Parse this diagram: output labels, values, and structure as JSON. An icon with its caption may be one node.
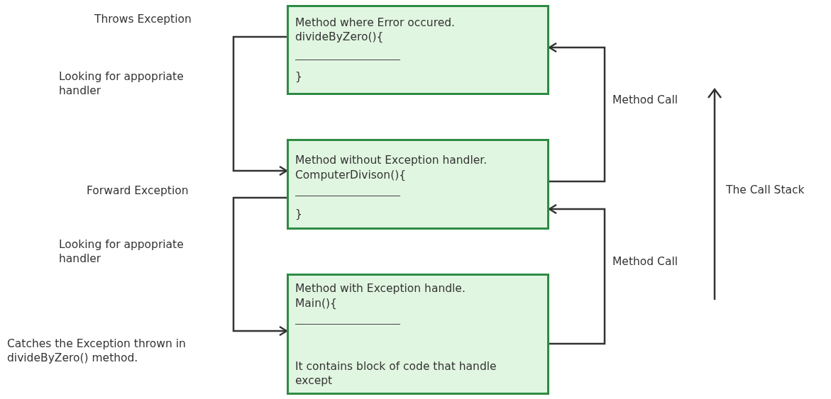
{
  "diagram": {
    "nodes": [
      {
        "text": [
          "Method where Error occured.",
          "divideByZero(){",
          "}"
        ]
      },
      {
        "text": [
          "Method without Exception handler.",
          "ComputerDivison(){",
          "}"
        ]
      },
      {
        "text": [
          "Method with Exception handle.",
          "Main(){",
          "It contains block of code that handle except"
        ]
      }
    ],
    "edges": [
      {
        "from": 0,
        "to": 1,
        "arrow": "to"
      },
      {
        "from": 1,
        "to": 2,
        "arrow": "to"
      },
      {
        "from": 1,
        "to": 0,
        "arrow": "to",
        "label": "Method Call"
      },
      {
        "from": 2,
        "to": 1,
        "arrow": "to",
        "label": "Method Call"
      }
    ],
    "labels": [
      "Throws Exception",
      "Looking for appopriate handler",
      "Forward Exception",
      "Looking for appopriate handler",
      "Catches the Exception thrown in divideByZero() method.",
      "The Call Stack"
    ]
  }
}
